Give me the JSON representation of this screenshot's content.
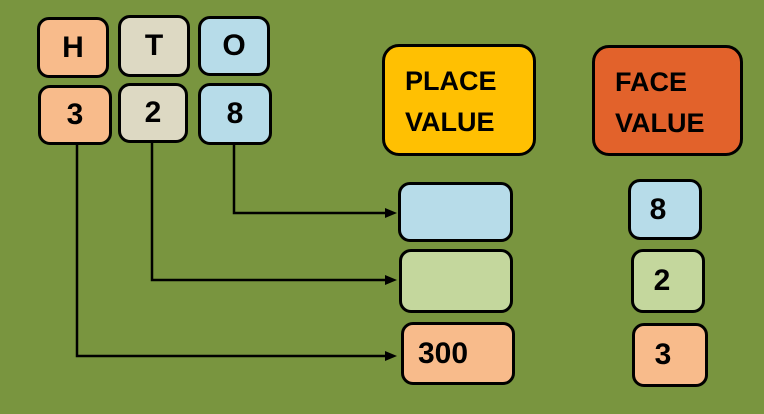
{
  "colors": {
    "background": "#79953F",
    "peach": "#F8BB8B",
    "beige": "#DDD9C3",
    "blue": "#B7DCE9",
    "green": "#C4D79D",
    "gold": "#FFC002",
    "burnt_orange": "#E2622B",
    "outline": "#000000",
    "arrow": "#000000"
  },
  "place_columns": [
    {
      "label": "H"
    },
    {
      "label": "T"
    },
    {
      "label": "O"
    }
  ],
  "number_digits": [
    {
      "label": "3"
    },
    {
      "label": "2"
    },
    {
      "label": "8"
    }
  ],
  "place_value": {
    "heading_lines": [
      "PLACE",
      "VALUE"
    ],
    "results": [
      "",
      "",
      "300"
    ]
  },
  "face_value": {
    "heading_lines": [
      "FACE",
      "VALUE"
    ],
    "results": [
      "8",
      "2",
      "3"
    ]
  }
}
